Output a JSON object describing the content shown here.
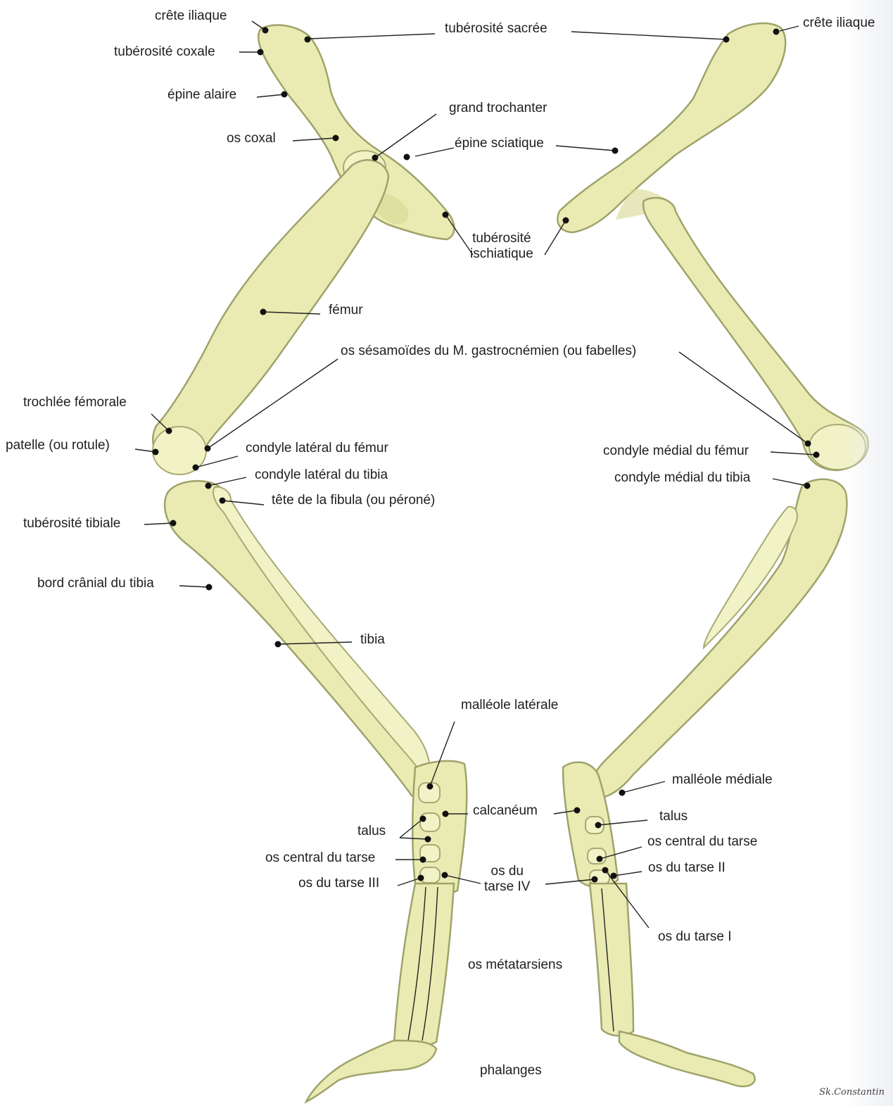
{
  "labels": {
    "crete_iliaque_l": "crête iliaque",
    "tuberosite_coxale": "tubérosité coxale",
    "epine_alaire": "épine alaire",
    "os_coxal": "os coxal",
    "tuberosite_sacree": "tubérosité sacrée",
    "crete_iliaque_r": "crête iliaque",
    "grand_trochanter": "grand trochanter",
    "epine_sciatique": "épine sciatique",
    "tuberosite_ischiatique": "tubérosité\nischiatique",
    "femur": "fémur",
    "sesamoides": "os sésamoïdes du M. gastrocnémien (ou fabelles)",
    "trochlee_femorale": "trochlée fémorale",
    "patelle": "patelle (ou rotule)",
    "condyle_lat_femur": "condyle latéral du fémur",
    "condyle_lat_tibia": "condyle latéral du tibia",
    "tete_fibula": "tête de la fibula (ou péroné)",
    "condyle_med_femur": "condyle médial du fémur",
    "condyle_med_tibia": "condyle médial du tibia",
    "tuberosite_tibiale": "tubérosité tibiale",
    "bord_cranial": "bord crânial du tibia",
    "tibia": "tibia",
    "malleole_laterale": "malléole latérale",
    "malleole_mediale": "malléole médiale",
    "calcaneum": "calcanéum",
    "talus_l": "talus",
    "talus_r": "talus",
    "os_central_tarse_l": "os central du tarse",
    "os_central_tarse_r": "os central du tarse",
    "os_tarse_iii": "os du tarse III",
    "os_tarse_iv": "os du\ntarse IV",
    "os_tarse_ii": "os du tarse II",
    "os_tarse_i": "os du tarse I",
    "metatarsiens": "os métatarsiens",
    "phalanges": "phalanges"
  },
  "signature": "Sk.Constantin",
  "colors": {
    "bone": "#e9ebb3",
    "outline": "#9fa36a",
    "leader": "#222222"
  }
}
